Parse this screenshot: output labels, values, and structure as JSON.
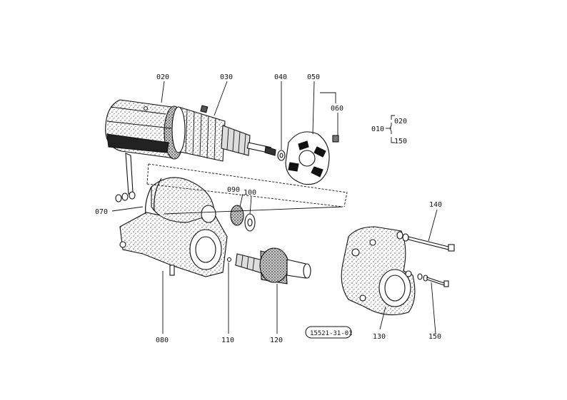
{
  "part_labels": {
    "p010": "010",
    "p020": "020",
    "p020b": "020",
    "p030": "030",
    "p040": "040",
    "p050": "050",
    "p060": "060",
    "p070": "070",
    "p080": "080",
    "p090": "090",
    "p100": "100",
    "p110": "110",
    "p120": "120",
    "p130": "130",
    "p140": "140",
    "p150": "150",
    "p150b": "150"
  },
  "diagram_code": "15521-31-01",
  "colors": {
    "ink": "#111111",
    "paper": "#ffffff",
    "stipple": "#7a7a7a"
  }
}
